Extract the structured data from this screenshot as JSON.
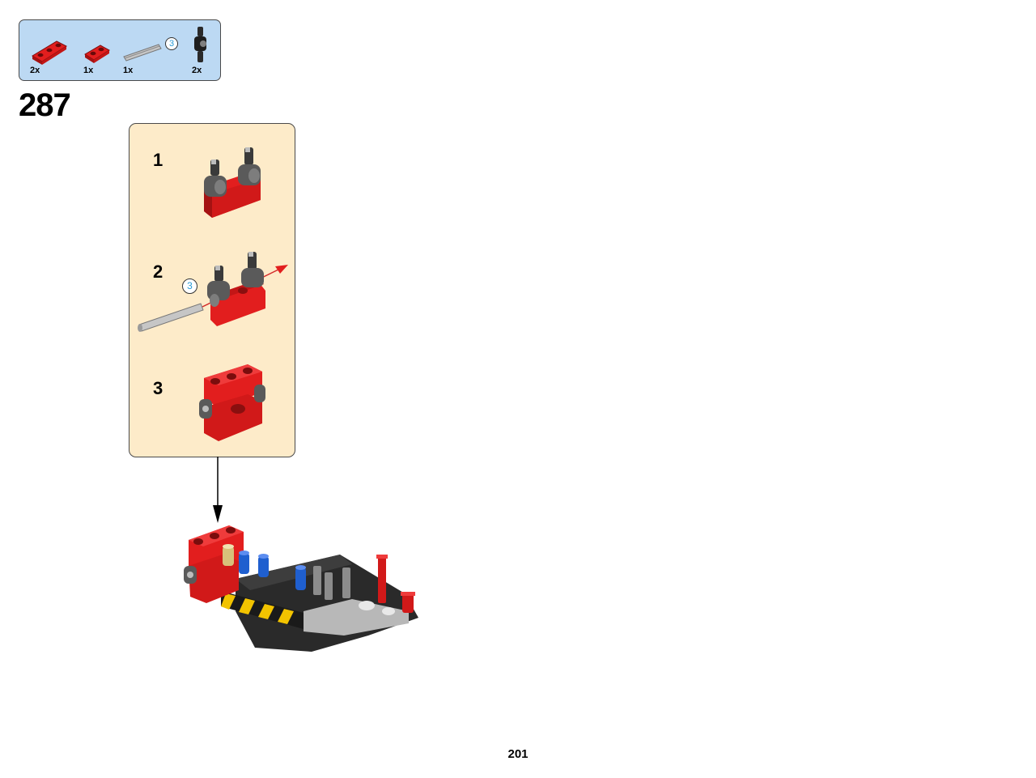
{
  "parts": [
    {
      "name": "red beam 3",
      "qty": "2x"
    },
    {
      "name": "red beam 2",
      "qty": "1x"
    },
    {
      "name": "grey axle",
      "qty": "1x",
      "length": "3"
    },
    {
      "name": "black connector pin",
      "qty": "2x"
    }
  ],
  "step": {
    "number": "287"
  },
  "substeps": [
    {
      "label": "1"
    },
    {
      "label": "2",
      "axle_length": "3"
    },
    {
      "label": "3"
    }
  ],
  "page": {
    "number": "201"
  },
  "colors": {
    "callout_bg": "#bcd9f3",
    "substep_bg": "#fdebc9",
    "brick_red": "#e21e1e",
    "axle_grey": "#b5b5b5"
  }
}
